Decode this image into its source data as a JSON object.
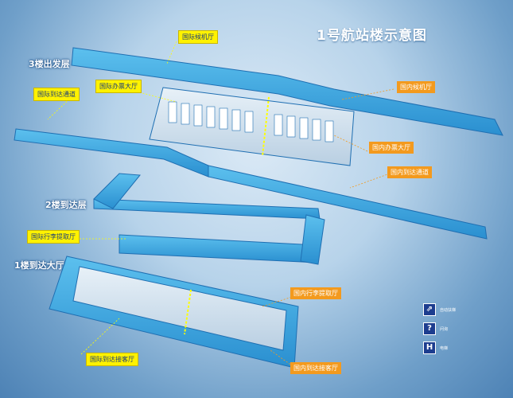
{
  "title": "1号航站楼示意图",
  "floors": {
    "f3": "3楼出发层",
    "f2": "2楼到达层",
    "f1": "1楼到达大厅"
  },
  "labels": {
    "intl_waiting": "国际候机厅",
    "intl_checkin": "国际办票大厅",
    "intl_arrival_corridor": "国际到达通道",
    "dom_waiting": "国内候机厅",
    "dom_checkin": "国内办票大厅",
    "dom_arrival_corridor": "国内到达通道",
    "intl_baggage": "国际行李提取厅",
    "dom_baggage": "国内行李提取厅",
    "intl_arrival_hall": "国际到达接客厅",
    "dom_arrival_hall": "国内到达接客厅"
  },
  "legend": [
    {
      "icon": "escalator-icon",
      "glyph": "⇗",
      "label": "自动扶梯"
    },
    {
      "icon": "help-icon",
      "glyph": "?",
      "label": "问询"
    },
    {
      "icon": "elevator-icon",
      "glyph": "H",
      "label": "电梯"
    }
  ],
  "colors": {
    "intl_label": "#fff200",
    "dom_label": "#f39a1e",
    "building": "#3aa7e0",
    "building_dark": "#1f6fb2"
  }
}
